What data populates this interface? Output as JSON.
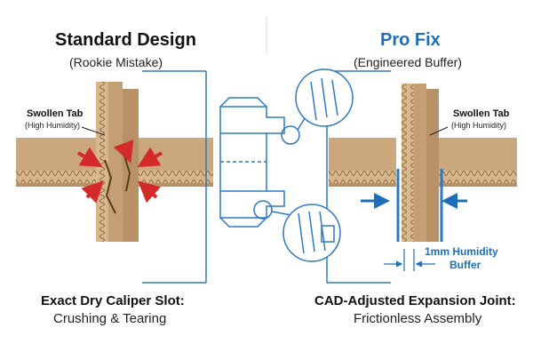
{
  "left_panel": {
    "title": "Standard Design",
    "subtitle": "(Rookie Mistake)",
    "tab_label": "Swollen Tab",
    "tab_sublabel": "(High Humidity)",
    "caption_title": "Exact Dry Caliper Slot:",
    "caption_text": "Crushing & Tearing"
  },
  "right_panel": {
    "title": "Pro Fix",
    "subtitle": "(Engineered Buffer)",
    "tab_label": "Swollen Tab",
    "tab_sublabel": "(High Humidity)",
    "buffer_label_line1": "1mm Humidity",
    "buffer_label_line2": "Buffer",
    "caption_title": "CAD-Adjusted Expansion Joint:",
    "caption_text": "Frictionless Assembly"
  },
  "colors": {
    "cardboard": "#c9a57a",
    "cardboard_dark": "#a9855a",
    "flute": "#8a6a44",
    "blueprint": "#2f78c4",
    "arrow_red": "#d42a2a",
    "arrow_blue": "#1e6fb8",
    "title_dark": "#111111",
    "title_blue": "#1e6fb8"
  },
  "icons": {
    "stress_arrow": "red-arrow",
    "gap_arrow": "blue-arrow",
    "magnifier": "zoom-circle"
  }
}
